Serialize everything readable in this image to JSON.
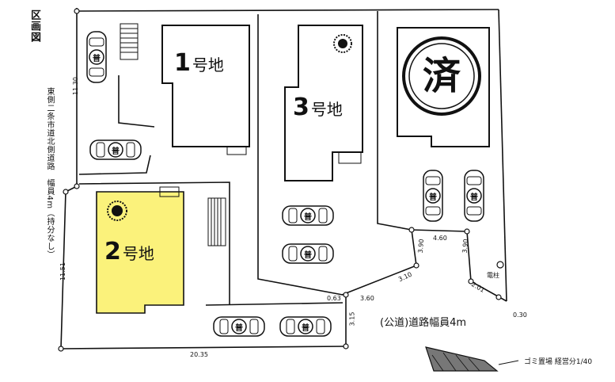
{
  "title": "区画図",
  "left_road_label": "東側二条市道北側道路　幅員4m（持分なし）",
  "lots": [
    {
      "num": "1",
      "suffix": "号地"
    },
    {
      "num": "2",
      "suffix": "号地"
    },
    {
      "num": "3",
      "suffix": "号地"
    }
  ],
  "sold_mark": "済",
  "car_label": "普",
  "road_label": "(公道)道路幅員4m",
  "gomi_label": "ゴミ置場 経営分1/40",
  "pole_label": "電柱",
  "dimensions": {
    "top_left": "11.30",
    "left_bottom": "11.51",
    "bottom": "20.35",
    "d_460": "4.60",
    "d_1": "3.90",
    "d_2": "3.90",
    "d_3": "3.10",
    "d_4": "2.01",
    "d_5": "0.63",
    "d_6": "3.60",
    "d_7": "3.15",
    "d_8": "0.30"
  },
  "colors": {
    "lot2_fill": "#fbf27b",
    "line": "#111111"
  }
}
